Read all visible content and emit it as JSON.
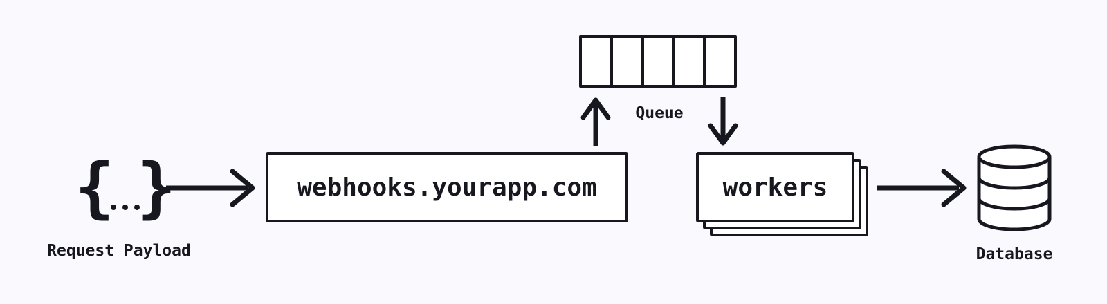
{
  "colors": {
    "background": "#fafafe",
    "ink": "#17171f",
    "node_fill": "#ffffff"
  },
  "nodes": {
    "payload": {
      "icon": "json-braces-icon",
      "brace_open": "{",
      "brace_close": "}",
      "label": "Request Payload"
    },
    "server": {
      "label": "webhooks.yourapp.com"
    },
    "queue": {
      "label": "Queue",
      "cell_count": 5
    },
    "workers": {
      "label": "workers",
      "stack_layers": 3
    },
    "database": {
      "icon": "database-cylinder-icon",
      "label": "Database"
    }
  },
  "edges": [
    {
      "from": "payload",
      "to": "server",
      "direction": "right"
    },
    {
      "from": "server",
      "to": "queue",
      "direction": "up"
    },
    {
      "from": "queue",
      "to": "workers",
      "direction": "down"
    },
    {
      "from": "workers",
      "to": "database",
      "direction": "right"
    }
  ]
}
